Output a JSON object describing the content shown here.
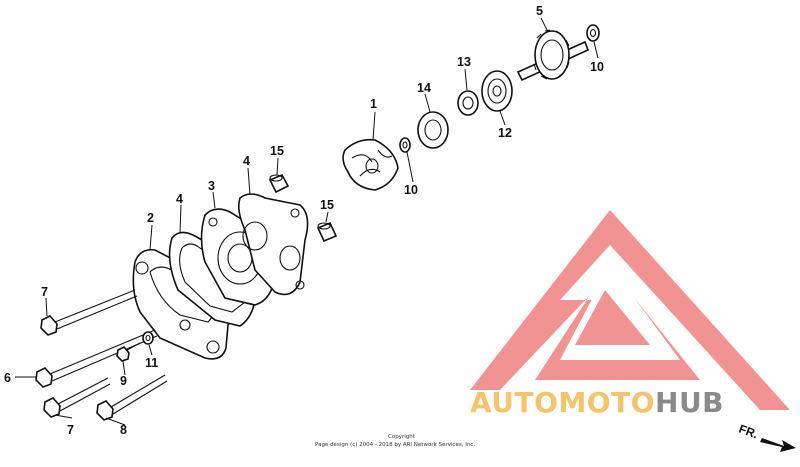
{
  "callouts": {
    "c1": "1",
    "c2": "2",
    "c3": "3",
    "c4a": "4",
    "c4b": "4",
    "c5": "5",
    "c6": "6",
    "c7a": "7",
    "c7b": "7",
    "c8": "8",
    "c9": "9",
    "c10a": "10",
    "c10b": "10",
    "c11": "11",
    "c12": "12",
    "c13": "13",
    "c14": "14",
    "c15a": "15",
    "c15b": "15"
  },
  "watermark": {
    "brand_part1": "AUTOMOTO",
    "brand_part2": "HUB",
    "color_logo": "#f08080",
    "color_auto": "#f5c36b",
    "color_hub": "#8a8a8a"
  },
  "copyright": {
    "line1": "Copyright",
    "line2": "Page design (c) 2004 - 2018 by ARI Network Services, Inc."
  },
  "direction": {
    "label": "FR."
  }
}
